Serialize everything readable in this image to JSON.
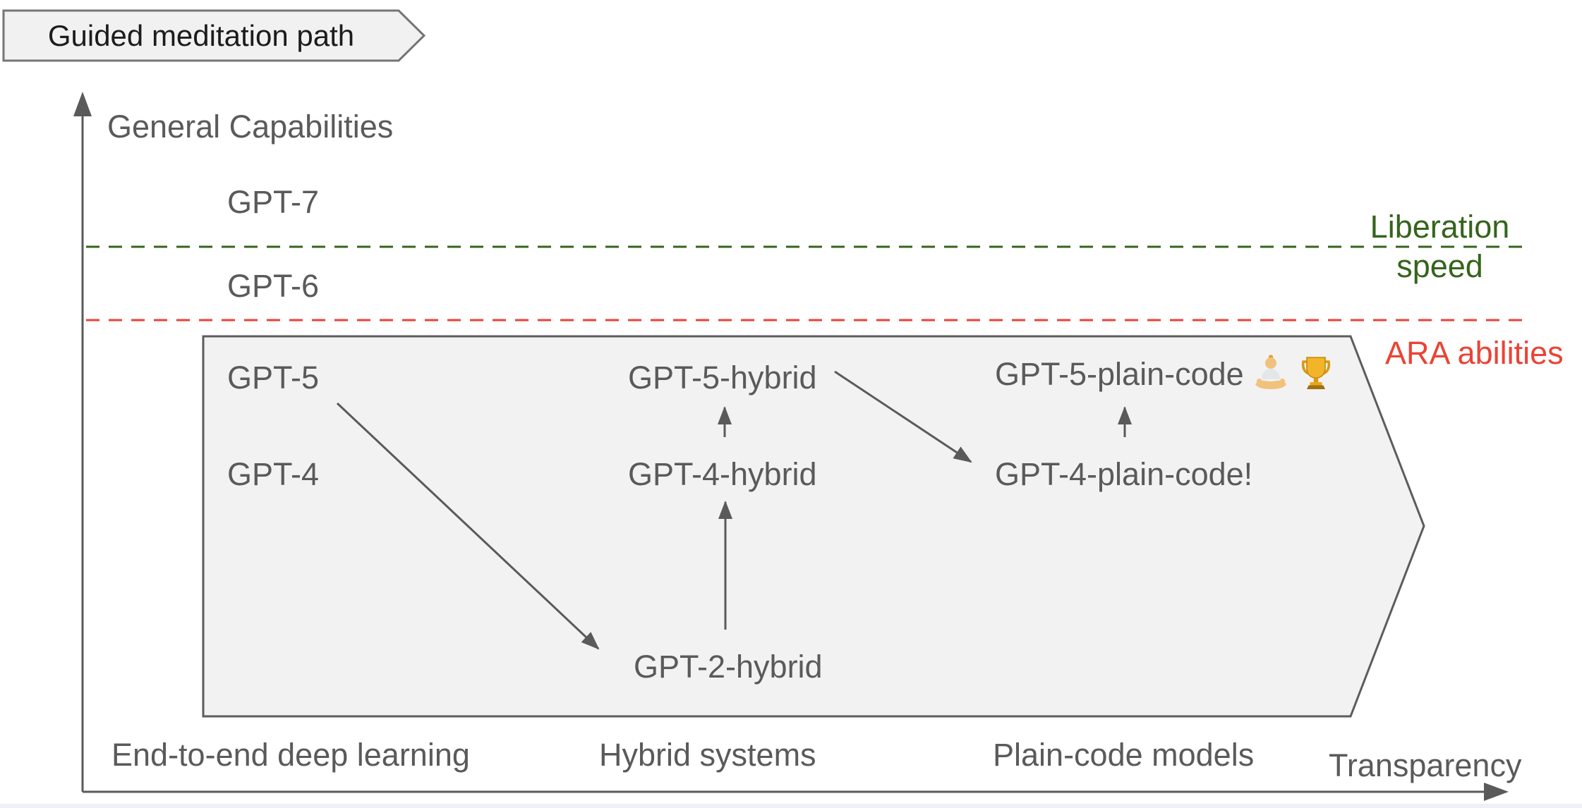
{
  "banner": {
    "label": "Guided meditation path"
  },
  "y_axis": {
    "label": "General Capabilities"
  },
  "x_axis": {
    "label": "Transparency",
    "categories": [
      "End-to-end deep learning",
      "Hybrid systems",
      "Plain-code models"
    ]
  },
  "threshold_lines": {
    "liberation": {
      "label": "Liberation speed",
      "color": "#35641c",
      "style": "dashed"
    },
    "ara": {
      "label": "ARA abilities",
      "color": "#ea4335",
      "style": "dashed"
    }
  },
  "outside_models": {
    "gpt7": "GPT-7",
    "gpt6": "GPT-6"
  },
  "path_region": {
    "shape": "right-pointing-arrow-block",
    "models": {
      "gpt5": "GPT-5",
      "gpt4": "GPT-4",
      "gpt5_hybrid": "GPT-5-hybrid",
      "gpt4_hybrid": "GPT-4-hybrid",
      "gpt2_hybrid": "GPT-2-hybrid",
      "gpt5_plain_code": "GPT-5-plain-code",
      "gpt4_plain_code": "GPT-4-plain-code!"
    },
    "icons": [
      "person-in-lotus-icon",
      "trophy-icon"
    ]
  },
  "edges": [
    {
      "from": "GPT-5",
      "to": "GPT-2-hybrid"
    },
    {
      "from": "GPT-2-hybrid",
      "to": "GPT-4-hybrid"
    },
    {
      "from": "GPT-4-hybrid",
      "to": "GPT-5-hybrid"
    },
    {
      "from": "GPT-5-hybrid",
      "to": "GPT-4-plain-code!"
    },
    {
      "from": "GPT-4-plain-code!",
      "to": "GPT-5-plain-code"
    }
  ],
  "colors": {
    "text_gray": "#5a5a5a",
    "banner_text": "#1c1c1c",
    "banner_fill": "#f1f1f1",
    "banner_border": "#757575",
    "region_fill": "#f2f2f2",
    "region_border": "#5c5c5c",
    "green": "#35641c",
    "red": "#ea4335",
    "bottom_strip": "#edf1f7"
  }
}
